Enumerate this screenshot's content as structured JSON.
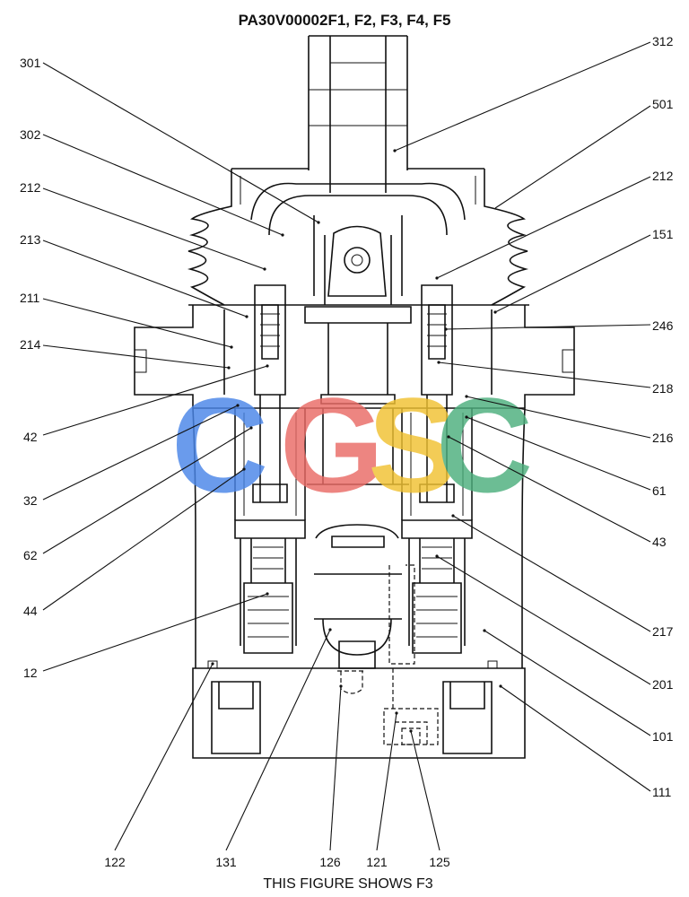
{
  "header": {
    "title": "PA30V00002F1, F2, F3, F4, F5"
  },
  "footer": {
    "caption": "THIS FIGURE SHOWS  F3"
  },
  "watermark": {
    "letters": [
      "C",
      "G",
      "S",
      "C"
    ],
    "colors": [
      "#4a86e8",
      "#ea6b66",
      "#f1c232",
      "#4caf7d"
    ]
  },
  "callouts": {
    "left": [
      "301",
      "302",
      "212",
      "213",
      "211",
      "214",
      "42",
      "32",
      "62",
      "44",
      "12"
    ],
    "right": [
      "312",
      "501",
      "212",
      "151",
      "246",
      "218",
      "216",
      "61",
      "43",
      "217",
      "201",
      "101",
      "111"
    ],
    "bottom": [
      "122",
      "131",
      "126",
      "121",
      "125"
    ]
  }
}
